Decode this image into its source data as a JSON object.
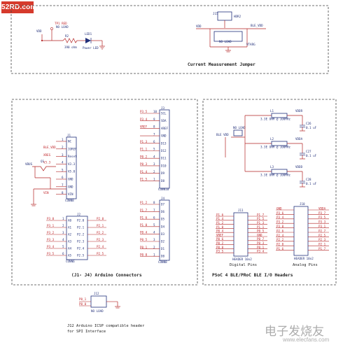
{
  "logo": "52RD.com",
  "watermark": {
    "text": "电子发烧友",
    "url": "www.elecfans.com"
  },
  "current_jumper": {
    "caption": "Current Measurement Jumper",
    "tp1_label": "TP1 RED",
    "tp1_sub": "NO LOAD",
    "vdd": "VDD",
    "r2": "R2",
    "r2_val": "390 ohm",
    "led1": "LED1",
    "led1_sub": "Power LED",
    "j15": "J15",
    "hdr2": "HDR2",
    "ble_vdd": "BLE_VDD",
    "no_load": "NO LOAD",
    "vdd2": "VDD",
    "vtarg": "VTARG"
  },
  "arduino": {
    "caption": "(J1- J4) Arduino Connectors",
    "j1": "J1",
    "j1_conn": "CONN8",
    "j1_pins": [
      {
        "name": "NC",
        "num": "1",
        "net": ""
      },
      {
        "name": "IOREF",
        "num": "2",
        "net": "BLE_VDD"
      },
      {
        "name": "Reset",
        "num": "3",
        "net": "XRES"
      },
      {
        "name": "V3.3",
        "num": "4",
        "net": "V3.3"
      },
      {
        "name": "V5.0",
        "num": "5",
        "net": ""
      },
      {
        "name": "GND",
        "num": "6",
        "net": ""
      },
      {
        "name": "GND",
        "num": "7",
        "net": ""
      },
      {
        "name": "VIN",
        "num": "8",
        "net": "VIN"
      }
    ],
    "vbus": "VBUS",
    "q1": "Q1",
    "j3": "J3",
    "j3_conn": "CONN10",
    "j3_pins": [
      {
        "net": "P3_5",
        "num": "10",
        "name": "SCL"
      },
      {
        "net": "P3_4",
        "num": "9",
        "name": "SDA"
      },
      {
        "net": "VREF",
        "num": "8",
        "name": "AREF"
      },
      {
        "net": "",
        "num": "7",
        "name": "GND"
      },
      {
        "net": "P1_3",
        "num": "6",
        "name": "D13"
      },
      {
        "net": "P1_1",
        "num": "5",
        "name": "D12"
      },
      {
        "net": "P0_2",
        "num": "4",
        "name": "D11"
      },
      {
        "net": "P0_3",
        "num": "3",
        "name": "D10"
      },
      {
        "net": "P1_4",
        "num": "2",
        "name": "D9"
      },
      {
        "net": "P1_5",
        "num": "1",
        "name": "D8"
      }
    ],
    "j2": "J2",
    "j2_conn": "CONN6",
    "j2_pins": [
      {
        "lnet": "P3_0",
        "name": "A0",
        "num": "1",
        "alt": "P2.0",
        "rnet": "P2_0"
      },
      {
        "lnet": "P3_1",
        "name": "A1",
        "num": "2",
        "alt": "P2.1",
        "rnet": "P2_1"
      },
      {
        "lnet": "P3_2",
        "name": "A2",
        "num": "3",
        "alt": "P2.2",
        "rnet": "P2_2"
      },
      {
        "lnet": "P3_3",
        "name": "A3",
        "num": "4",
        "alt": "P2.3",
        "rnet": "P2_3"
      },
      {
        "lnet": "P3_4",
        "name": "A4",
        "num": "5",
        "alt": "P2.4",
        "rnet": "P2_4"
      },
      {
        "lnet": "P3_5",
        "name": "A5",
        "num": "6",
        "alt": "P2.5",
        "rnet": "P2_5"
      }
    ],
    "j4": "J4",
    "j4_conn": "CONN8",
    "j4_pins": [
      {
        "net": "P1_2",
        "num": "8",
        "name": "D7"
      },
      {
        "net": "P1_7",
        "num": "7",
        "name": "D6"
      },
      {
        "net": "P1_6",
        "num": "6",
        "name": "D5"
      },
      {
        "net": "P1_0",
        "num": "5",
        "name": "D4"
      },
      {
        "net": "P0_4",
        "num": "4",
        "name": "D3"
      },
      {
        "net": "P0_5",
        "num": "3",
        "name": "D2"
      },
      {
        "net": "P0_1",
        "num": "2",
        "name": "D1"
      },
      {
        "net": "P0_0",
        "num": "1",
        "name": "D0"
      }
    ]
  },
  "icsp": {
    "caption_line1": "J12 Arduino ICSP compatible header",
    "caption_line2": "for SPI Interface",
    "j12": "J12",
    "nets_left": [
      "P0_1",
      "P0_0"
    ],
    "sub": "NO LOAD"
  },
  "psoc": {
    "caption": "PSoC 4 BLE/PRoC BLE I/O Headers",
    "l1": "L1",
    "l2": "L2",
    "l3": "L3",
    "l_val": "3.3E OHM @ 100MHz",
    "vddr": "VDDR",
    "vdda": "VDDA",
    "vddd": "VDDD",
    "c26": "C26",
    "c27": "C27",
    "c28": "C28",
    "cap_val": "0.1 uF",
    "ble_vdd": "BLE VDD",
    "no_load": "NO LOAD",
    "j11": "J11",
    "j11_title": "HEADER 10x2",
    "j11_caption": "Digital Pins",
    "j11_left": [
      "P1_6",
      "P1_4",
      "P1_2",
      "P1_0",
      "P0_4",
      "VREF",
      "P0_6",
      "P0_2",
      "P0_0",
      "P3_5"
    ],
    "j11_right": [
      "P1_7",
      "P1_5",
      "P1_3",
      "P1_1",
      "P0_5",
      "GND",
      "P0_7",
      "P0_3",
      "P0_1",
      "P3_4"
    ],
    "j10": "J10",
    "j10_title": "HEADER 10x2",
    "j10_caption": "Analog Pins",
    "j10_left": [
      "GND",
      "P3_6",
      "P3_4",
      "P3_2",
      "P3_0",
      "P2_6",
      "P2_4",
      "P2_2",
      "P2_0",
      "P1_6"
    ],
    "j10_right": [
      "VDDA",
      "P3_7",
      "P3_5",
      "P3_3",
      "P3_1",
      "P2_7",
      "P2_5",
      "P2_3",
      "P2_1",
      "P1_7"
    ]
  }
}
